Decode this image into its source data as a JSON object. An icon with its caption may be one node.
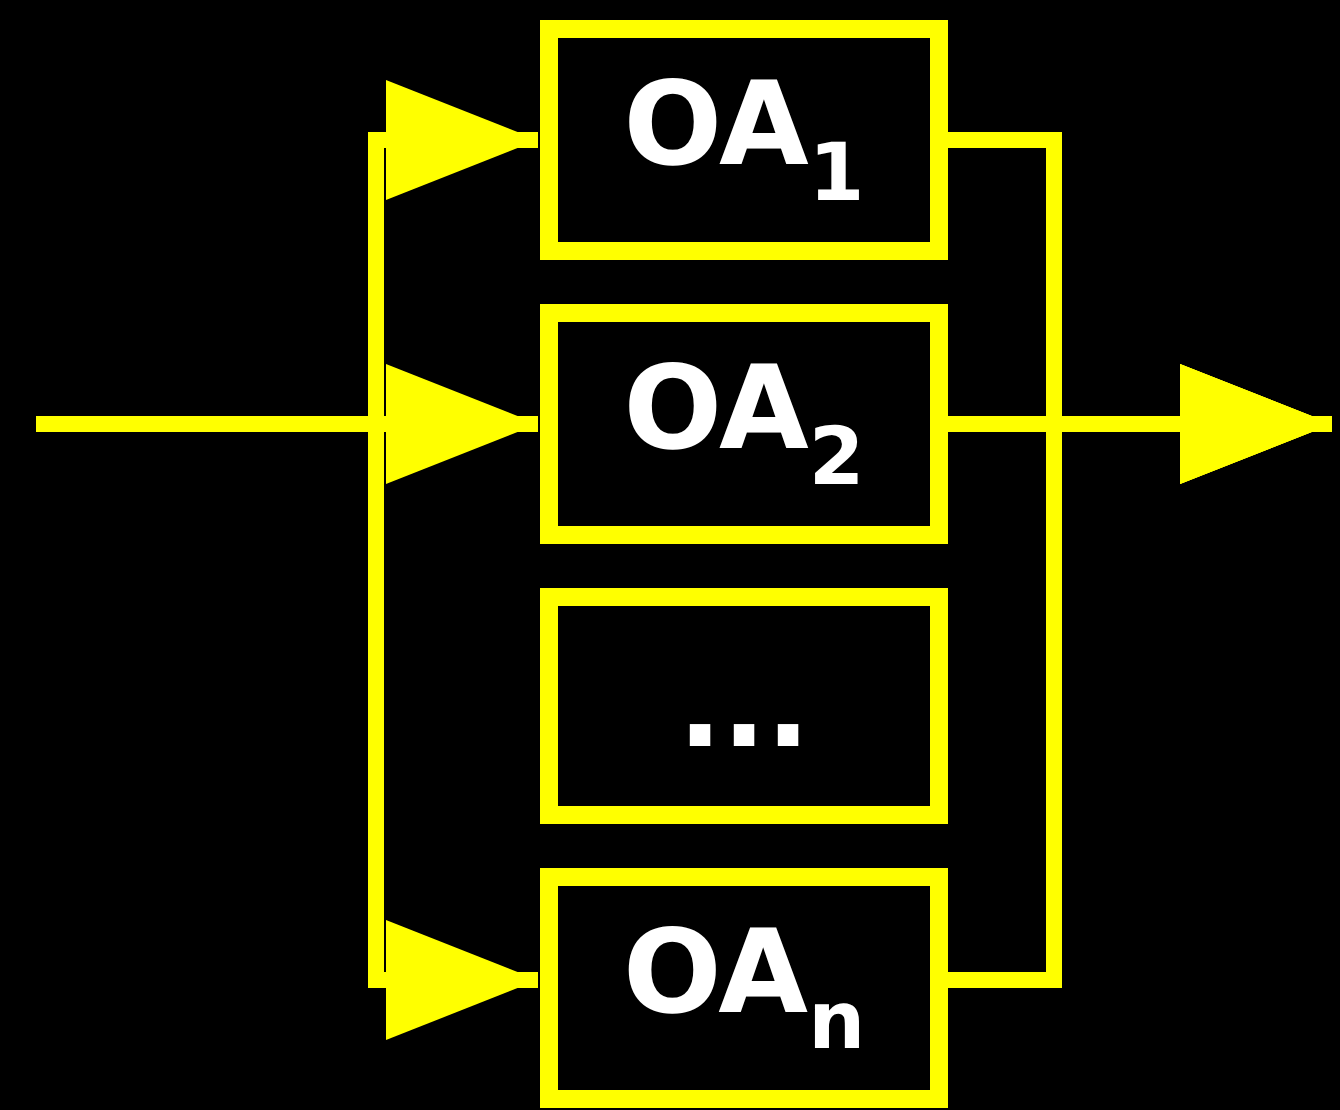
{
  "diagram": {
    "nodes": [
      {
        "text": [
          "OA$_{1}$"
        ]
      },
      {
        "text": [
          "OA$_{2}$"
        ]
      },
      {
        "text": [
          "..."
        ]
      },
      {
        "text": [
          "OA$_{n}$"
        ]
      }
    ],
    "edges": [
      {
        "from": null,
        "to": 0,
        "arrow": "to"
      },
      {
        "from": null,
        "to": 1,
        "arrow": "to"
      },
      {
        "from": null,
        "to": 3,
        "arrow": "to"
      },
      {
        "from": 0,
        "to": null,
        "arrow": "to"
      },
      {
        "from": 1,
        "to": null,
        "arrow": "to"
      },
      {
        "from": 3,
        "to": null,
        "arrow": "to"
      }
    ]
  }
}
